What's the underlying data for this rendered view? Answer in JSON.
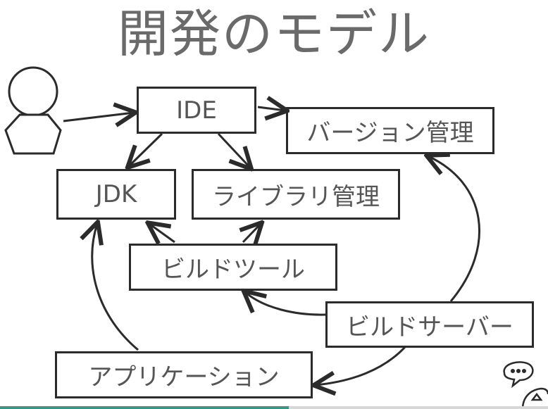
{
  "title": "開発のモデル",
  "nodes": {
    "ide": "IDE",
    "version_control": "バージョン管理",
    "jdk": "JDK",
    "library_management": "ライブラリ管理",
    "build_tool": "ビルドツール",
    "build_server": "ビルドサーバー",
    "application": "アプリケーション"
  },
  "edges": [
    {
      "from": "developer",
      "to": "ide"
    },
    {
      "from": "ide",
      "to": "version_control"
    },
    {
      "from": "ide",
      "to": "jdk"
    },
    {
      "from": "ide",
      "to": "library_management"
    },
    {
      "from": "build_tool",
      "to": "jdk"
    },
    {
      "from": "build_tool",
      "to": "library_management"
    },
    {
      "from": "build_server",
      "to": "build_tool"
    },
    {
      "from": "build_server",
      "to": "version_control"
    },
    {
      "from": "build_server",
      "to": "application"
    },
    {
      "from": "application",
      "to": "jdk"
    }
  ],
  "icons": {
    "developer": "person-icon",
    "corner": "speech-bubble-doodle-icon"
  },
  "colors": {
    "line": "#2b2b2b",
    "text": "#555555",
    "title": "#6a6a6a"
  }
}
